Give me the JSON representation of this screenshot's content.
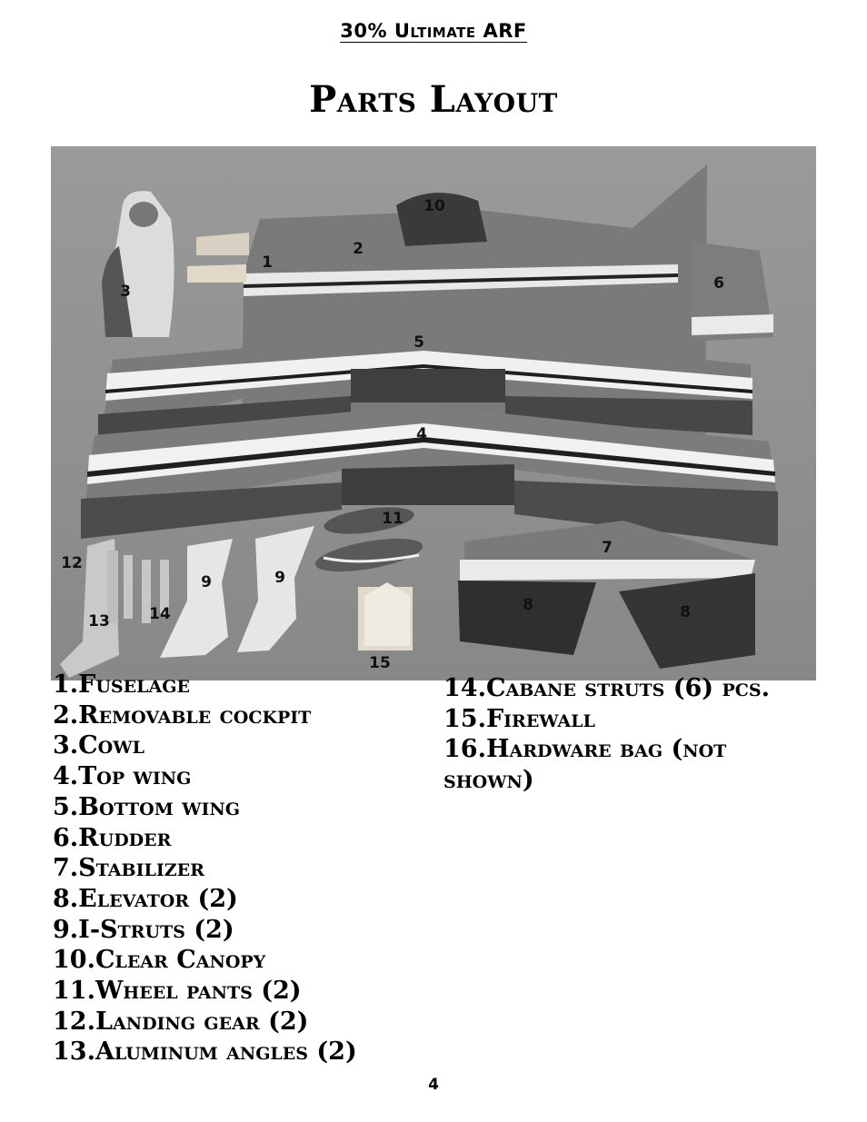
{
  "header": {
    "text": "30% Ultimate ARF"
  },
  "title": "Parts Layout",
  "photo": {
    "callouts": [
      "1",
      "2",
      "3",
      "4",
      "5",
      "6",
      "7",
      "8",
      "8",
      "9",
      "9",
      "10",
      "11",
      "12",
      "13",
      "14",
      "15"
    ]
  },
  "parts_left": [
    "1.Fuselage",
    "2.Removable cockpit",
    "3.Cowl",
    "4.Top wing",
    "5.Bottom wing",
    "6.Rudder",
    "7.Stabilizer",
    "8.Elevator (2)",
    "9.I-Struts (2)",
    "10.Clear Canopy",
    "11.Wheel pants (2)",
    "12.Landing gear (2)",
    "13.Aluminum angles (2)"
  ],
  "parts_right": [
    "14.Cabane struts (6) pcs.",
    "15.Firewall",
    "16.Hardware bag (not shown)"
  ],
  "page_number": "4"
}
